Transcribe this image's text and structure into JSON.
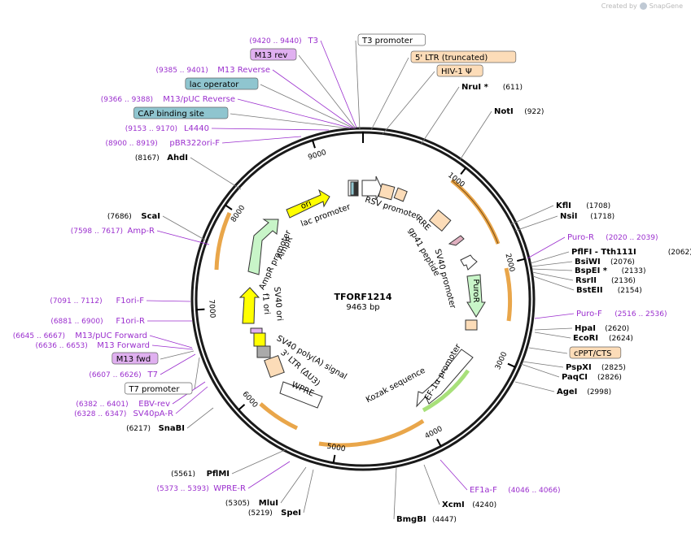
{
  "credit": {
    "prefix": "Created by",
    "brand": "SnapGene",
    "icon": "snapgene-logo-icon"
  },
  "map": {
    "name": "TFORF1214",
    "length_label": "9463 bp",
    "total_bp": 9463,
    "colors": {
      "backbone": "#1a1a1a",
      "feature_label": "#9b2fce",
      "site_label": "#000000",
      "ori": "#ffff00",
      "primer_box": "#e0b0f0",
      "promoter": "#ffffff",
      "misc_box": "#fcdcb8",
      "protein_bind": "#8fc5cf",
      "cds_green": "#c8f5c8",
      "orf_arc": "#e9a64a"
    },
    "ticks": [
      "1000",
      "2000",
      "3000",
      "4000",
      "5000",
      "6000",
      "7000",
      "8000",
      "9000"
    ],
    "inner_labels": [
      {
        "text": "lac promoter"
      },
      {
        "text": "RSV promoter"
      },
      {
        "text": "RRE"
      },
      {
        "text": "gp41 peptide"
      },
      {
        "text": "SV40 promoter"
      },
      {
        "text": "PuroR"
      },
      {
        "text": "EF-1α promoter"
      },
      {
        "text": "Kozak sequence"
      },
      {
        "text": "WPRE"
      },
      {
        "text": "3' LTR (ΔU3)"
      },
      {
        "text": "SV40 poly(A) signal"
      },
      {
        "text": "SV40 ori"
      },
      {
        "text": "f1 ori"
      },
      {
        "text": "AmpR promoter"
      },
      {
        "text": "AmpR"
      },
      {
        "text": "ori"
      }
    ],
    "right_labels": [
      {
        "name": "T3 promoter",
        "pos": "",
        "style": "box-white"
      },
      {
        "name": "5' LTR (truncated)",
        "pos": "",
        "style": "box-orange"
      },
      {
        "name": "HIV-1 Ψ",
        "pos": "",
        "style": "box-orange"
      },
      {
        "name": "NruI *",
        "pos": "(611)",
        "style": "site"
      },
      {
        "name": "NotI",
        "pos": "(922)",
        "style": "site"
      },
      {
        "name": "KflI",
        "pos": "(1708)",
        "style": "site"
      },
      {
        "name": "NsiI",
        "pos": "(1718)",
        "style": "site"
      },
      {
        "name": "Puro-R",
        "pos": "(2020 .. 2039)",
        "style": "feature"
      },
      {
        "name": "PflFI  - Tth111I",
        "pos": "(2062)",
        "style": "site"
      },
      {
        "name": "BsiWI",
        "pos": "(2076)",
        "style": "site"
      },
      {
        "name": "BspEI *",
        "pos": "(2133)",
        "style": "site"
      },
      {
        "name": "RsrII",
        "pos": "(2136)",
        "style": "site"
      },
      {
        "name": "BstEII",
        "pos": "(2154)",
        "style": "site"
      },
      {
        "name": "Puro-F",
        "pos": "(2516 .. 2536)",
        "style": "feature"
      },
      {
        "name": "HpaI",
        "pos": "(2620)",
        "style": "site"
      },
      {
        "name": "EcoRI",
        "pos": "(2624)",
        "style": "site"
      },
      {
        "name": "cPPT/CTS",
        "pos": "",
        "style": "box-orange"
      },
      {
        "name": "PspXI",
        "pos": "(2825)",
        "style": "site"
      },
      {
        "name": "PaqCI",
        "pos": "(2826)",
        "style": "site"
      },
      {
        "name": "AgeI",
        "pos": "(2998)",
        "style": "site"
      },
      {
        "name": "EF1a-F",
        "pos": "(4046 .. 4066)",
        "style": "feature"
      },
      {
        "name": "XcmI",
        "pos": "(4240)",
        "style": "site"
      },
      {
        "name": "BmgBI",
        "pos": "(4447)",
        "style": "site"
      }
    ],
    "left_labels": [
      {
        "name": "T3",
        "pos": "(9420 .. 9440)",
        "style": "feature"
      },
      {
        "name": "M13 rev",
        "pos": "",
        "style": "box-purple"
      },
      {
        "name": "M13 Reverse",
        "pos": "(9385 .. 9401)",
        "style": "feature"
      },
      {
        "name": "lac operator",
        "pos": "",
        "style": "box-teal"
      },
      {
        "name": "M13/pUC Reverse",
        "pos": "(9366 .. 9388)",
        "style": "feature"
      },
      {
        "name": "CAP binding site",
        "pos": "",
        "style": "box-teal"
      },
      {
        "name": "L4440",
        "pos": "(9153 .. 9170)",
        "style": "feature"
      },
      {
        "name": "pBR322ori-F",
        "pos": "(8900 .. 8919)",
        "style": "feature"
      },
      {
        "name": "AhdI",
        "pos": "(8167)",
        "style": "site"
      },
      {
        "name": "ScaI",
        "pos": "(7686)",
        "style": "site"
      },
      {
        "name": "Amp-R",
        "pos": "(7598 .. 7617)",
        "style": "feature"
      },
      {
        "name": "F1ori-F",
        "pos": "(7091 .. 7112)",
        "style": "feature"
      },
      {
        "name": "F1ori-R",
        "pos": "(6881 .. 6900)",
        "style": "feature"
      },
      {
        "name": "M13/pUC Forward",
        "pos": "(6645 .. 6667)",
        "style": "feature"
      },
      {
        "name": "M13 Forward",
        "pos": "(6636 .. 6653)",
        "style": "feature"
      },
      {
        "name": "M13 fwd",
        "pos": "",
        "style": "box-purple"
      },
      {
        "name": "T7",
        "pos": "(6607 .. 6626)",
        "style": "feature"
      },
      {
        "name": "T7 promoter",
        "pos": "",
        "style": "box-white"
      },
      {
        "name": "EBV-rev",
        "pos": "(6382 .. 6401)",
        "style": "feature"
      },
      {
        "name": "SV40pA-R",
        "pos": "(6328 .. 6347)",
        "style": "feature"
      },
      {
        "name": "SnaBI",
        "pos": "(6217)",
        "style": "site"
      },
      {
        "name": "PflMI",
        "pos": "(5561)",
        "style": "site"
      },
      {
        "name": "WPRE-R",
        "pos": "(5373 .. 5393)",
        "style": "feature"
      },
      {
        "name": "MluI",
        "pos": "(5305)",
        "style": "site"
      },
      {
        "name": "SpeI",
        "pos": "(5219)",
        "style": "site"
      }
    ]
  }
}
